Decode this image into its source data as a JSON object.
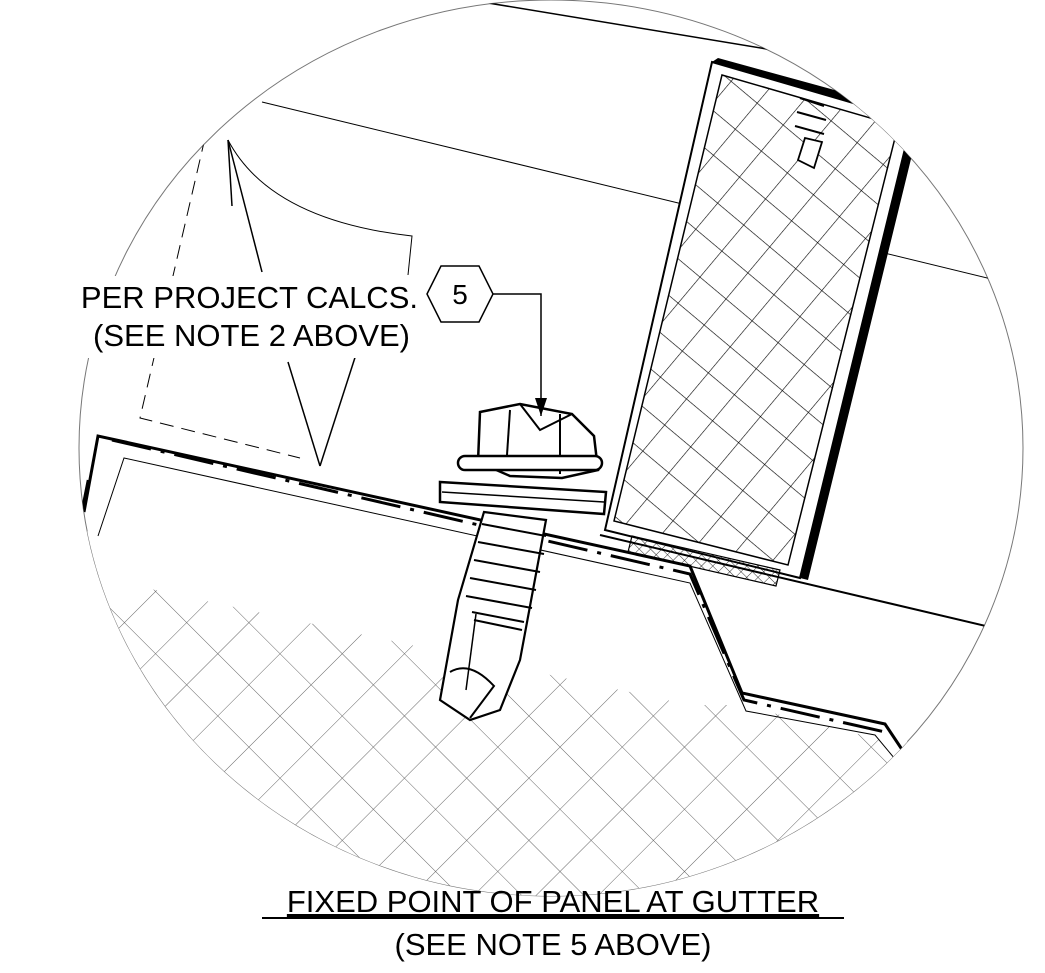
{
  "note_calcs": {
    "line1": "PER PROJECT CALCS.",
    "line2": "(SEE NOTE  2 ABOVE)"
  },
  "callout": {
    "number": "5"
  },
  "caption": {
    "title": "FIXED POINT OF PANEL AT GUTTER",
    "subtitle": "(SEE NOTE 5 ABOVE)"
  },
  "colors": {
    "ink": "#000000",
    "thin_ink": "#555555",
    "background": "#ffffff"
  }
}
